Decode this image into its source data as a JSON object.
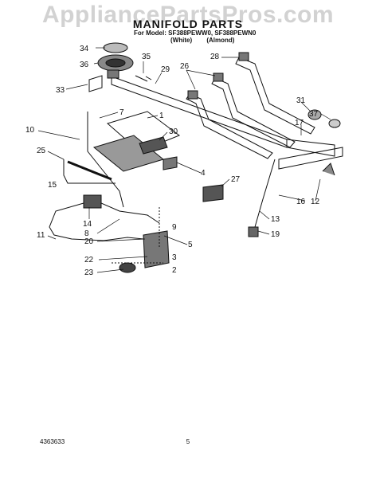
{
  "header": {
    "watermark": "AppliancePartsPros.com",
    "title": "MANIFOLD PARTS",
    "model_line": "For Model: SF388PEWW0, SF388PEWN0",
    "variants": [
      "(White)",
      "(Almond)"
    ]
  },
  "callouts": [
    "34",
    "35",
    "36",
    "29",
    "28",
    "26",
    "33",
    "7",
    "1",
    "31",
    "37",
    "17",
    "10",
    "30",
    "25",
    "4",
    "27",
    "16",
    "12",
    "14",
    "8",
    "13",
    "20",
    "5",
    "19",
    "11",
    "22",
    "23",
    "15",
    "9",
    "3",
    "2"
  ],
  "footer": {
    "doc_number": "4363633",
    "page_number": "5"
  }
}
